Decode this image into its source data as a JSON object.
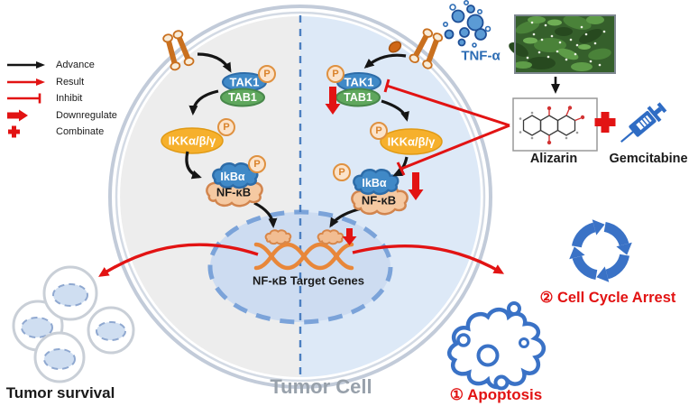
{
  "legend": {
    "items": [
      {
        "label": "Advance"
      },
      {
        "label": "Result"
      },
      {
        "label": "Inhibit"
      },
      {
        "label": "Downregulate"
      },
      {
        "label": "Combinate"
      }
    ]
  },
  "pathway": {
    "ligand": "TNF-α",
    "tak1": "TAK1",
    "tab1": "TAB1",
    "ikk": "IKKα/β/γ",
    "ikba": "IkBα",
    "nfkb": "NF-κB",
    "phospho": "P",
    "target_genes": "NF-κB Target Genes"
  },
  "cell": {
    "title": "Tumor Cell"
  },
  "treatment": {
    "herb_compound": "Alizarin",
    "drug": "Gemcitabine"
  },
  "outcomes": {
    "tumor_survival": "Tumor survival",
    "cell_cycle_arrest": "② Cell Cycle Arrest",
    "apoptosis": "① Apoptosis"
  },
  "colors": {
    "advance_black": "#151515",
    "action_red": "#e21313",
    "protein_blue": "#4089c7",
    "protein_green": "#5fa75d",
    "kinase_yellow": "#f6b02c",
    "complex_peach": "#f5c9a2",
    "icon_blue": "#3a72c6",
    "cytosol_left": "#ededed",
    "cytosol_right": "#dde9f7",
    "nucleus_fill": "#cddcf1"
  }
}
